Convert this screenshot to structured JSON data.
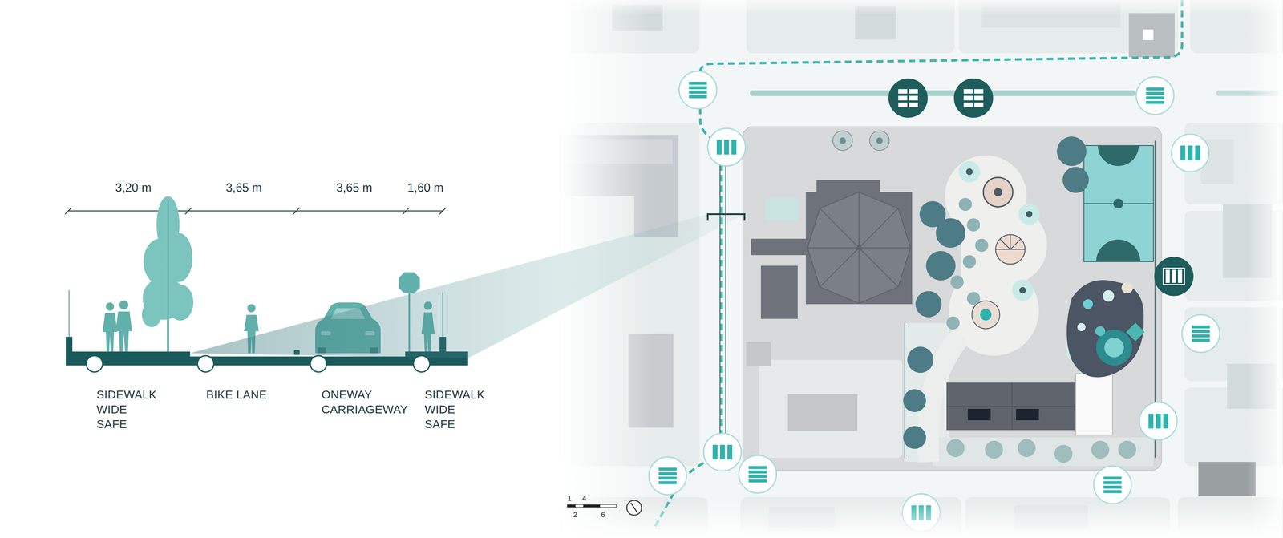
{
  "diagram": {
    "labels": [
      "3,20 m",
      "3,65 m",
      "3,65 m",
      "1,60 m",
      "SIDEWALK WIDE SAFE",
      "BIKE LANE",
      "ONEWAY CARRIAGEWAY",
      "SIDEWALK WIDE SAFE",
      "1",
      "4",
      "2",
      "6"
    ]
  }
}
